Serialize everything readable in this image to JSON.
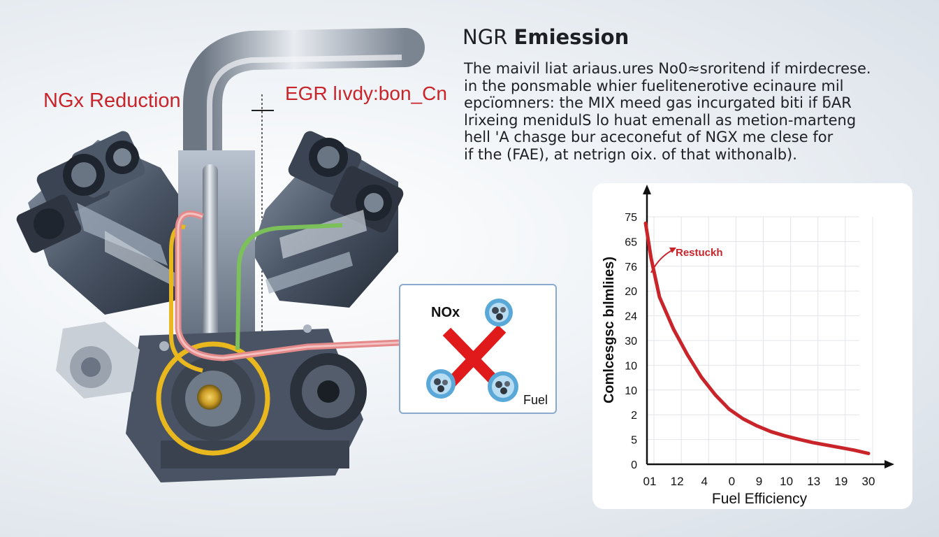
{
  "labels": {
    "ngx_reduction": "NGx Reduction",
    "egr_label": "EGR lıvdy:bon_Cn"
  },
  "header": {
    "title_prefix": "NGR ",
    "title_bold": "Emiession"
  },
  "description": {
    "lines": [
      "The maivil liat ariaus.ures No0≈sroritend if mirdecrese.",
      "in the ponsmable whier fuelitenerotive ecinaure mil",
      "epcïomners: the MIX meed gas incurgated biti if ƃAR",
      "lrixeing menidulS lo huat emenall as metion-marteng",
      "hell 'A chasge bur aceconefut of NGX me clese for",
      "if the (FAE), at netrign oix. of that withonalb)."
    ]
  },
  "reaction": {
    "nox_label": "NOx",
    "fuel_label": "Fuel",
    "colors": {
      "cross": "#e01a1a",
      "molecule": "#5aa8d8"
    }
  },
  "chart_data": {
    "type": "line",
    "ylabel": "Comlcesgsc bılmliıes)",
    "xlabel": "Fuel Efficiency",
    "y_ticks": [
      "75",
      "65",
      "76",
      "20",
      "24",
      "30",
      "10",
      "10",
      "2",
      "5",
      "0"
    ],
    "x_ticks": [
      "01",
      "12",
      "4",
      "0",
      "9",
      "10",
      "13",
      "19",
      "30"
    ],
    "annotation": "Restuckh",
    "series": [
      {
        "color": "#c8242a",
        "points": [
          [
            0,
            73
          ],
          [
            0.2,
            62
          ],
          [
            0.5,
            50
          ],
          [
            1,
            40
          ],
          [
            1.5,
            32
          ],
          [
            2,
            25
          ],
          [
            2.5,
            19.5
          ],
          [
            3,
            15
          ],
          [
            3.5,
            12
          ],
          [
            4,
            9.8
          ],
          [
            4.5,
            8
          ],
          [
            5,
            6.7
          ],
          [
            5.5,
            5.6
          ],
          [
            6,
            4.6
          ],
          [
            6.5,
            3.8
          ],
          [
            7,
            3
          ],
          [
            7.5,
            2.2
          ],
          [
            8,
            1.2
          ]
        ]
      }
    ],
    "grid": true
  }
}
